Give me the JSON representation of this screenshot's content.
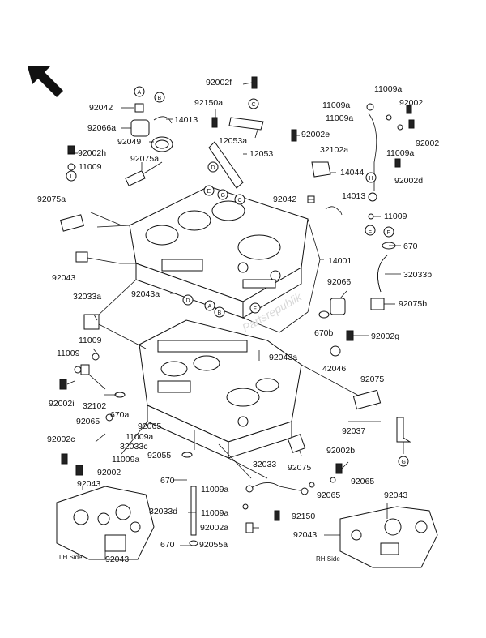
{
  "labels": {
    "l_92002f": "92002f",
    "l_92150a": "92150a",
    "l_92042_top": "92042",
    "l_14013_top": "14013",
    "l_92066a": "92066a",
    "l_92049": "92049",
    "l_92002h": "92002h",
    "l_11009_left_top": "11009",
    "l_92075a_mid": "92075a",
    "l_12053a": "12053a",
    "l_12053": "12053",
    "l_92002e": "92002e",
    "l_11009a_tr": "11009a",
    "l_11009a_tr2": "11009a",
    "l_11009a_tr3": "11009a",
    "l_92002_tr1": "92002",
    "l_92002_tr2": "92002",
    "l_32102a": "32102a",
    "l_11009a_tr4": "11009a",
    "l_92002d": "92002d",
    "l_14044": "14044",
    "l_92042_right": "92042",
    "l_14013_right": "14013",
    "l_11009_right": "11009",
    "l_670_right": "670",
    "l_92075a_left": "92075a",
    "l_92043_left": "92043",
    "l_14001": "14001",
    "l_32033b": "32033b",
    "l_92066": "92066",
    "l_92075b": "92075b",
    "l_32033a": "32033a",
    "l_92043a_center": "92043a",
    "l_670b": "670b",
    "l_92002g": "92002g",
    "l_11009_l1": "11009",
    "l_11009_l2": "11009",
    "l_92043a_right": "92043a",
    "l_42046": "42046",
    "l_92002i": "92002i",
    "l_32102": "32102",
    "l_670a": "670a",
    "l_92075_right": "92075",
    "l_92065_left": "92065",
    "l_92065_center": "92065",
    "l_11009a_c": "11009a",
    "l_32033c": "32033c",
    "l_92002c": "92002c",
    "l_11009a_c2": "11009a",
    "l_92055": "92055",
    "l_92037": "92037",
    "l_92002_bl": "92002",
    "l_32033": "32033",
    "l_92075_bottom": "92075",
    "l_92002b": "92002b",
    "l_92043_bl": "92043",
    "l_670_bottom": "670",
    "l_11009a_b1": "11009a",
    "l_92065_b1": "92065",
    "l_92065_b2": "92065",
    "l_92043_br": "92043",
    "l_32033d": "32033d",
    "l_11009a_b2": "11009a",
    "l_92150": "92150",
    "l_92002a": "92002a",
    "l_92043_br2": "92043",
    "l_670_b2": "670",
    "l_92055a": "92055a",
    "l_92043_bl2": "92043"
  },
  "callouts": {
    "A": "A",
    "B": "B",
    "C": "C",
    "D": "D",
    "E": "E",
    "F": "F",
    "G": "G",
    "H": "H",
    "I": "I"
  },
  "side_labels": {
    "left": "LH.Side",
    "right": "RH.Side"
  },
  "watermark": "Partsrepublik"
}
